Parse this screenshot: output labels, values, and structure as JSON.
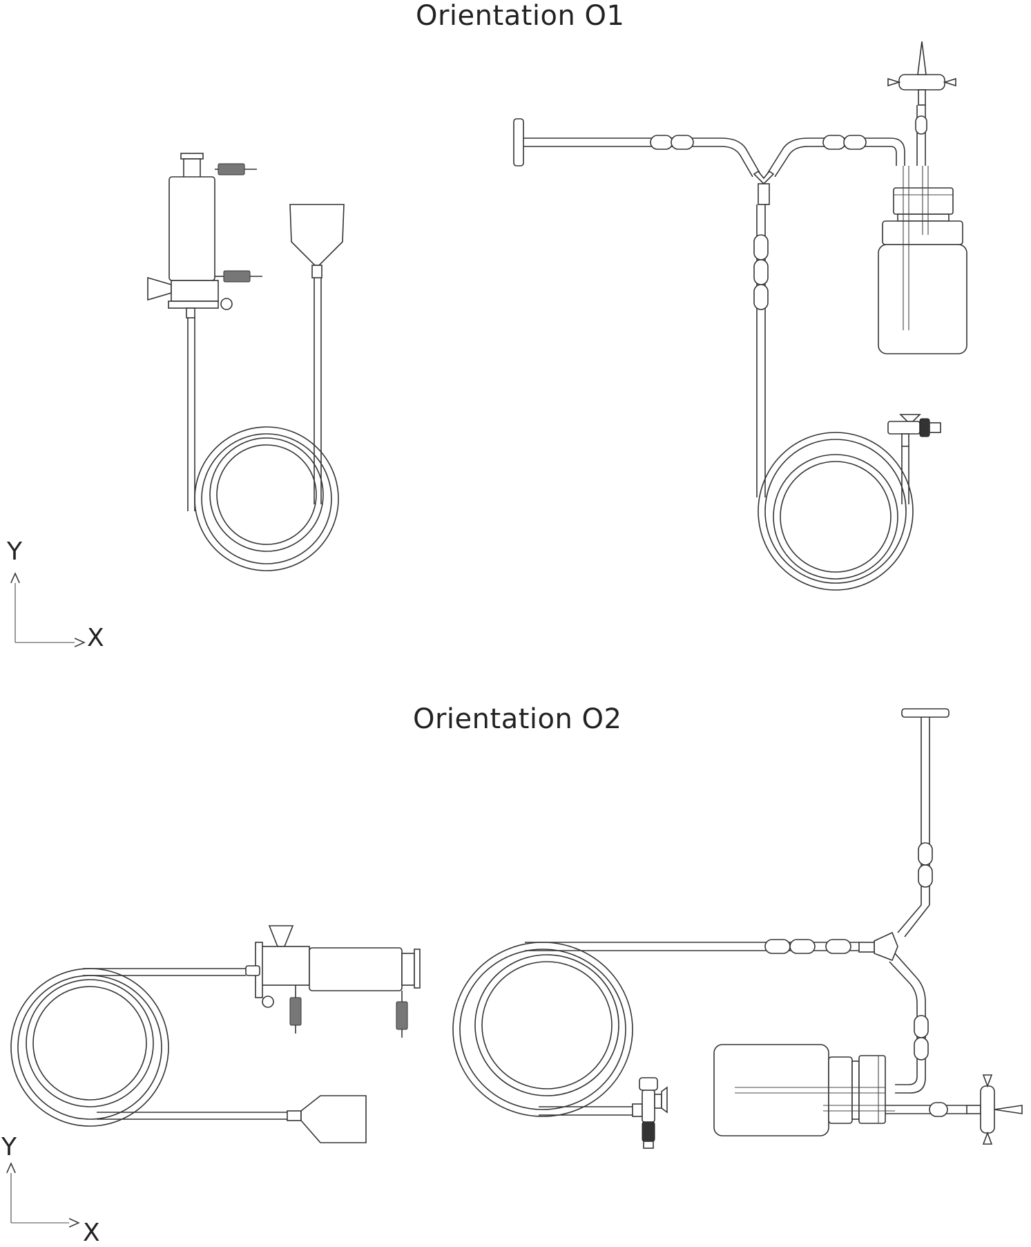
{
  "figure": {
    "panels": [
      {
        "id": "O1",
        "title": "Orientation O1",
        "axes": {
          "y": "Y",
          "x": "X"
        }
      },
      {
        "id": "O2",
        "title": "Orientation O2",
        "axes": {
          "y": "Y",
          "x": "X"
        }
      }
    ]
  }
}
